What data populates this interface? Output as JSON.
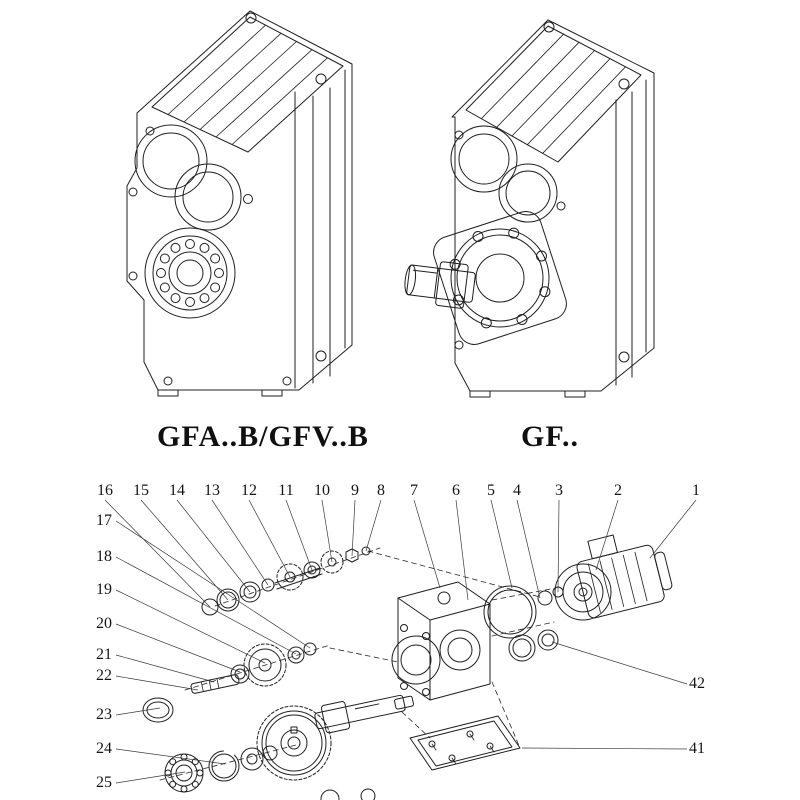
{
  "models": {
    "left": "GFA..B/GFV..B",
    "right": "GF.."
  },
  "callouts": {
    "top": [
      "16",
      "15",
      "14",
      "13",
      "12",
      "11",
      "10",
      "9",
      "8",
      "7",
      "6",
      "5",
      "4",
      "3",
      "2",
      "1"
    ],
    "left": [
      "17",
      "18",
      "19",
      "20",
      "21",
      "22",
      "23",
      "24",
      "25"
    ],
    "right": [
      "42",
      "41"
    ]
  },
  "colors": {
    "ink": "#1f1f1f",
    "background": "#ffffff"
  }
}
